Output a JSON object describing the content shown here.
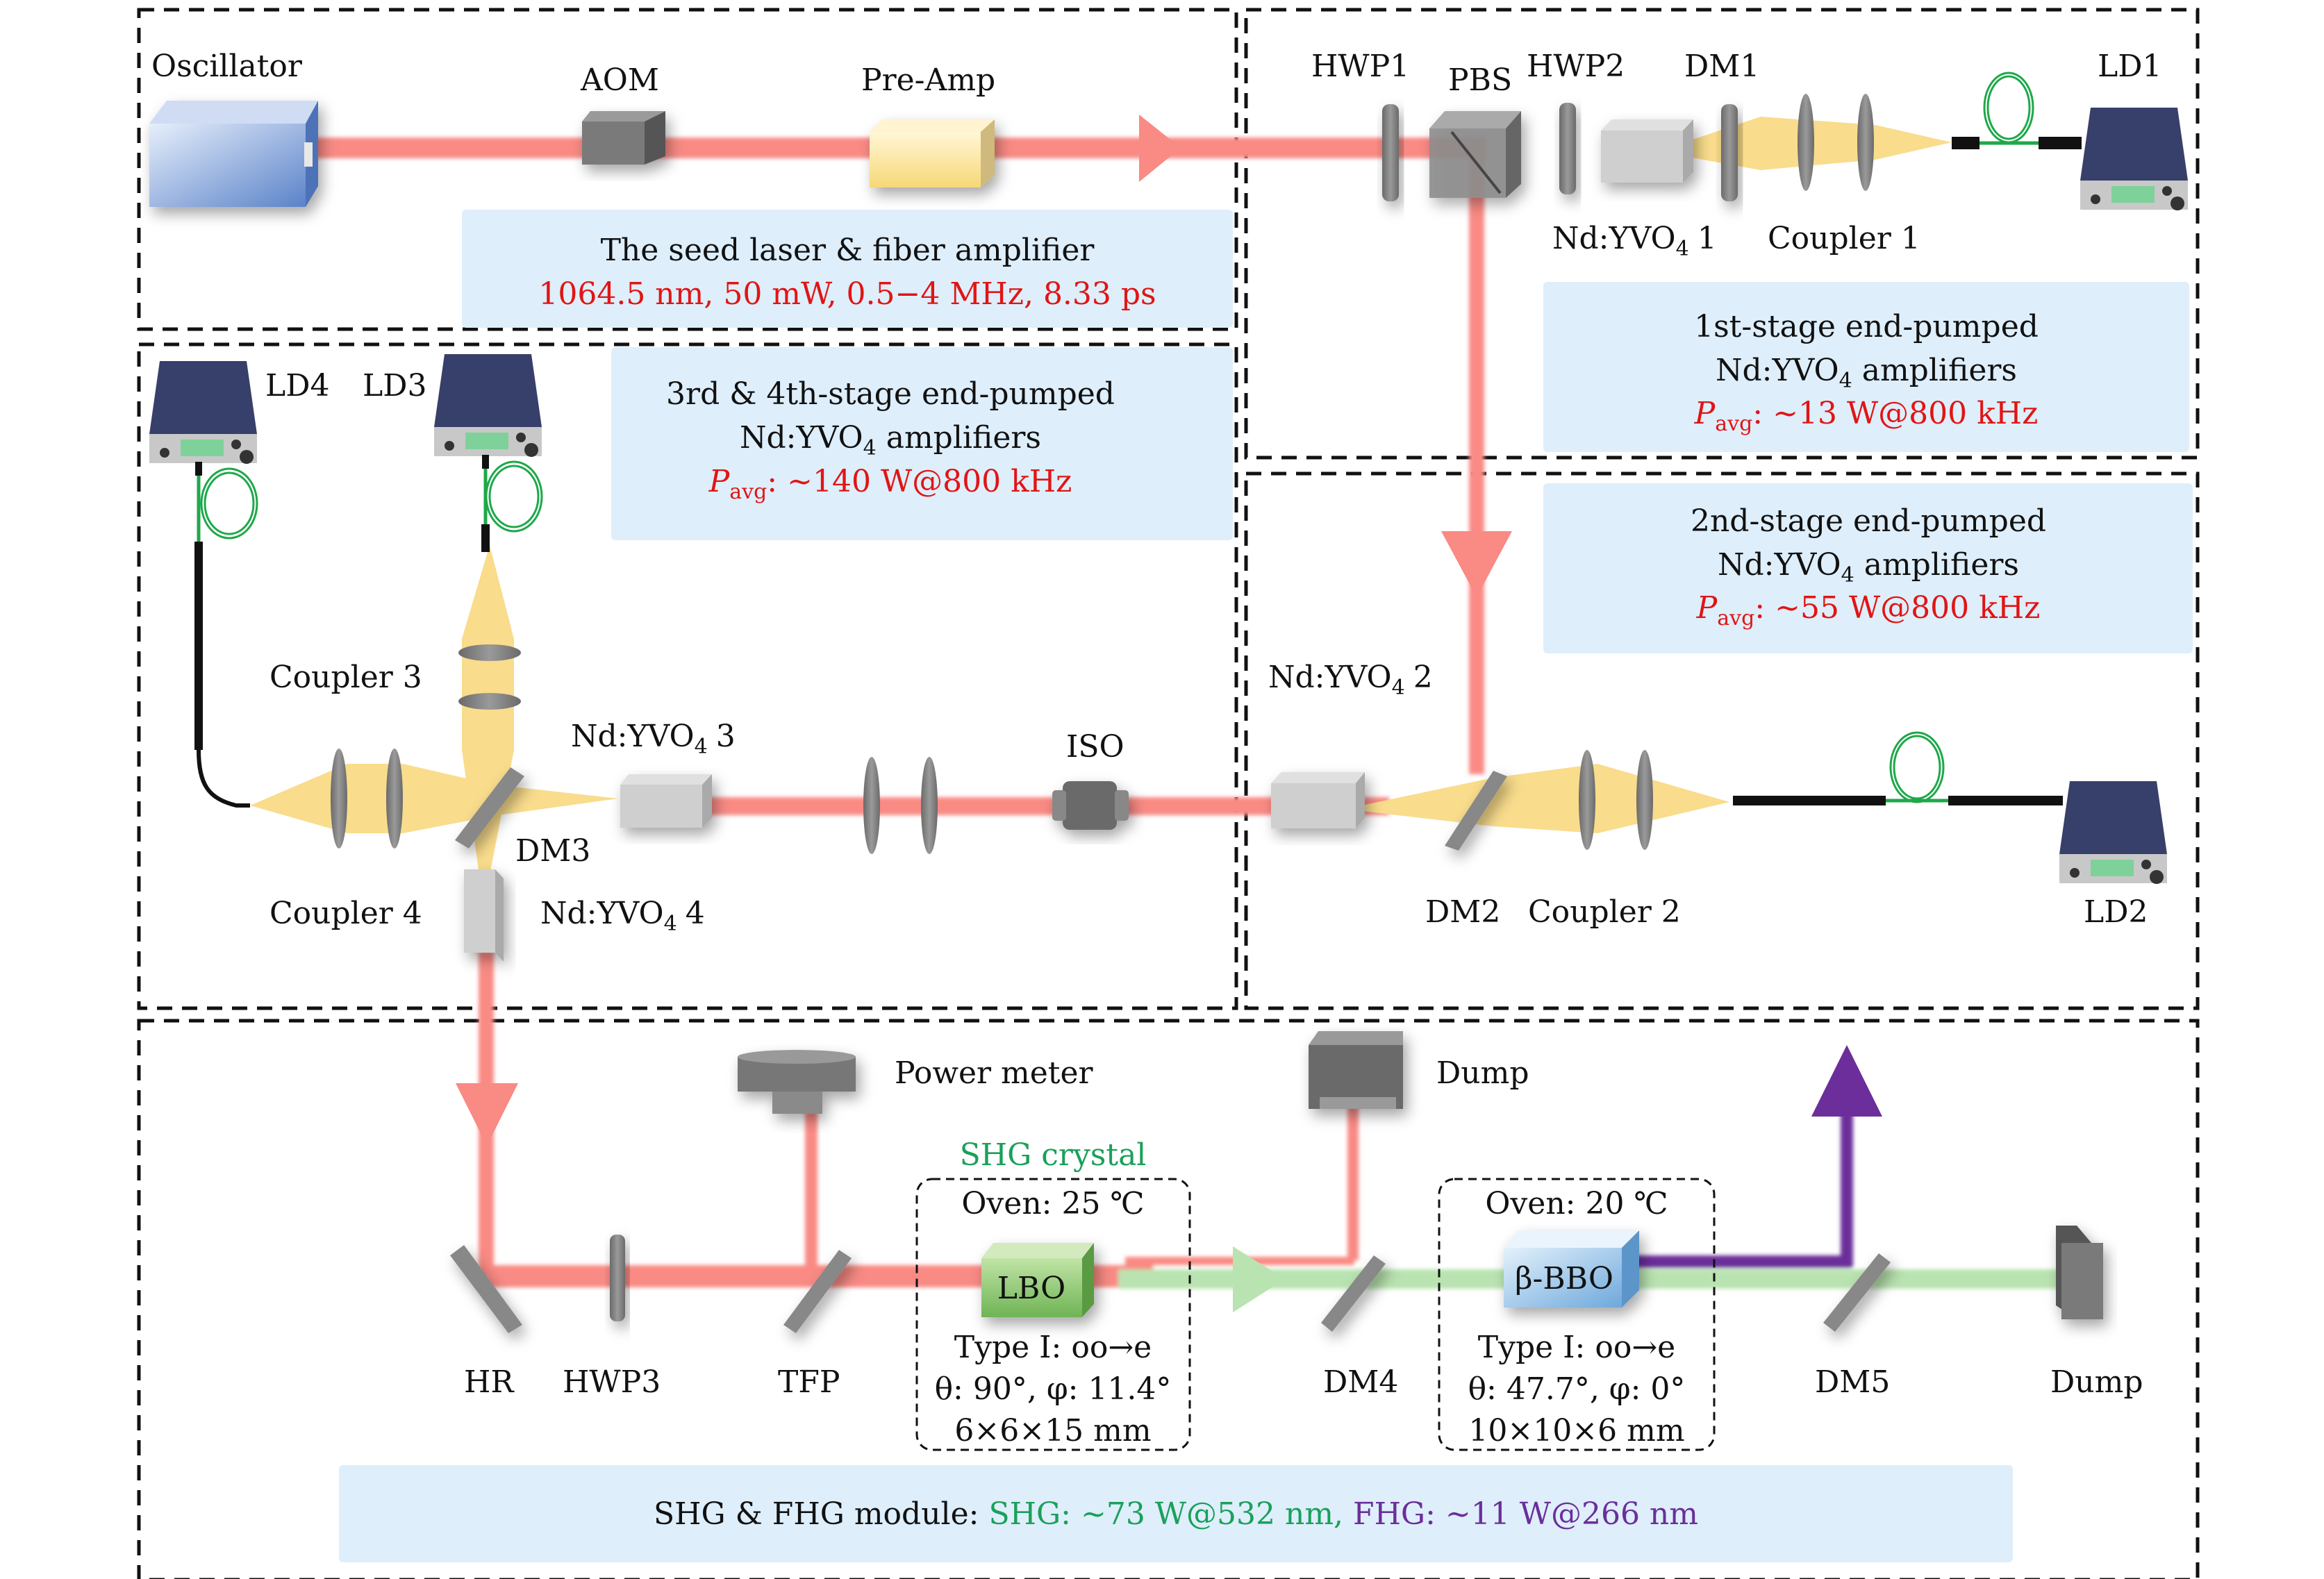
{
  "colors": {
    "ir_beam": "#f98a84",
    "pump_beam": "#f9dc8c",
    "shg_beam": "#b9e3b0",
    "fhg_beam": "#6b2e9a",
    "info_box": "#deeefb",
    "highlight_red": "#e01515",
    "highlight_green": "#1aa05a",
    "highlight_purple": "#6b2e9a",
    "ld_body": "#37406a",
    "fiber": "#1fa84a"
  },
  "seed_module": {
    "oscillator": "Oscillator",
    "aom": "AOM",
    "pre_amp": "Pre-Amp",
    "info_title": "The seed laser & fiber amplifier",
    "info_spec": "1064.5 nm, 50 mW, 0.5−4 MHz, 8.33 ps"
  },
  "stage1": {
    "hwp1": "HWP1",
    "pbs": "PBS",
    "hwp2": "HWP2",
    "dm1": "DM1",
    "ld1": "LD1",
    "crystal": "Nd:YVO",
    "crystal_sub": "4",
    "crystal_num": "1",
    "coupler": "Coupler 1",
    "info_title": "1st-stage end-pumped",
    "info_line2": "Nd:YVO",
    "info_line2_sub": "4",
    "info_line2_rest": " amplifiers",
    "info_p": "P",
    "info_p_sub": "avg",
    "info_power": ": ∼13 W@800 kHz"
  },
  "stage2": {
    "crystal": "Nd:YVO",
    "crystal_sub": "4",
    "crystal_num": "2",
    "dm2": "DM2",
    "coupler": "Coupler 2",
    "ld2": "LD2",
    "info_title": "2nd-stage end-pumped",
    "info_line2": "Nd:YVO",
    "info_line2_sub": "4",
    "info_line2_rest": " amplifiers",
    "info_p": "P",
    "info_p_sub": "avg",
    "info_power": ": ∼55 W@800 kHz"
  },
  "stage34": {
    "ld4": "LD4",
    "ld3": "LD3",
    "coupler3": "Coupler 3",
    "coupler4": "Coupler 4",
    "dm3": "DM3",
    "crystal3": "Nd:YVO",
    "crystal3_sub": "4",
    "crystal3_num": "3",
    "crystal4": "Nd:YVO",
    "crystal4_sub": "4",
    "crystal4_num": "4",
    "iso": "ISO",
    "info_title": "3rd & 4th-stage end-pumped",
    "info_line2": "Nd:YVO",
    "info_line2_sub": "4",
    "info_line2_rest": " amplifiers",
    "info_p": "P",
    "info_p_sub": "avg",
    "info_power": ": ∼140 W@800 kHz"
  },
  "harmonic_module": {
    "hr": "HR",
    "hwp3": "HWP3",
    "tfp": "TFP",
    "power_meter": "Power meter",
    "shg_crystal_label": "SHG crystal",
    "lbo_oven": "Oven: 25 ℃",
    "lbo": "LBO",
    "lbo_type": "Type I: oo→e",
    "lbo_angles": "θ: 90°, φ: 11.4°",
    "lbo_size": "6×6×15 mm",
    "dm4": "DM4",
    "dump1": "Dump",
    "bbo_oven": "Oven: 20 ℃",
    "bbo": "β-BBO",
    "bbo_type": "Type I: oo→e",
    "bbo_angles": "θ: 47.7°, φ: 0°",
    "bbo_size": "10×10×6 mm",
    "dm5": "DM5",
    "dump2": "Dump",
    "info_prefix": "SHG & FHG module: ",
    "info_shg": "SHG: ∼73 W@532 nm,",
    "info_fhg": " FHG: ∼11 W@266 nm"
  }
}
